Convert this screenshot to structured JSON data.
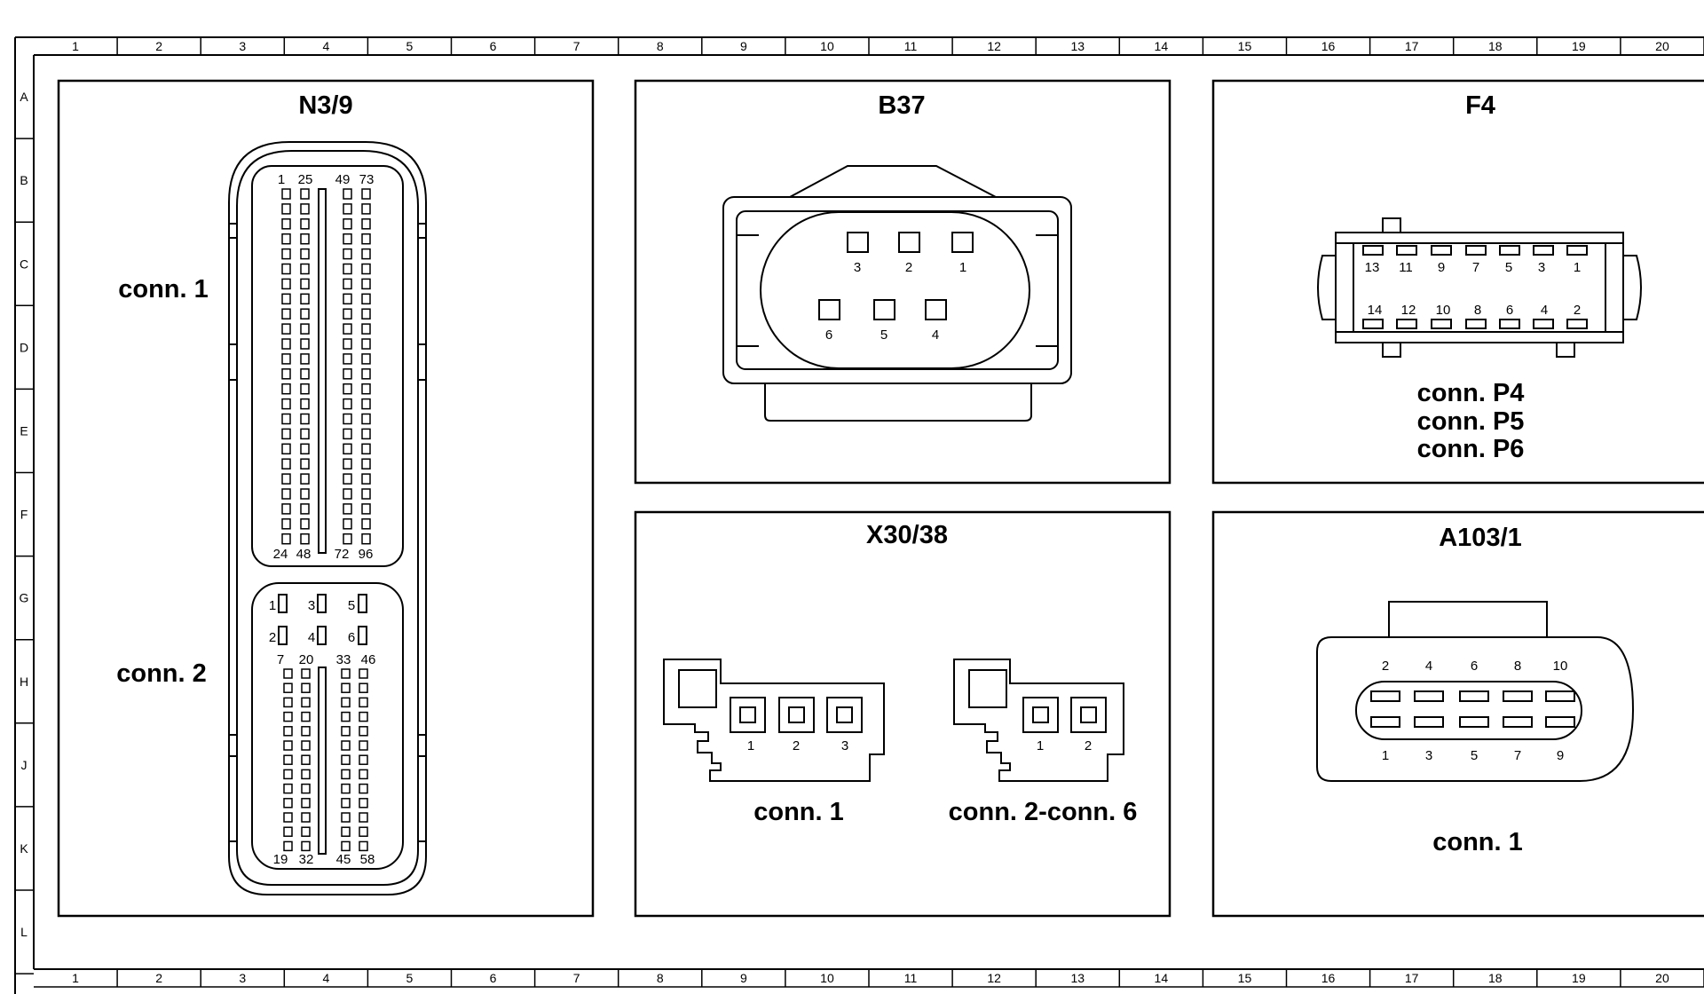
{
  "frame": {
    "columns": [
      "1",
      "2",
      "3",
      "4",
      "5",
      "6",
      "7",
      "8",
      "9",
      "10",
      "11",
      "12",
      "13",
      "14",
      "15",
      "16",
      "17",
      "18",
      "19",
      "20"
    ],
    "rows": [
      "A",
      "B",
      "C",
      "D",
      "E",
      "F",
      "G",
      "H",
      "J",
      "K",
      "L"
    ]
  },
  "components": {
    "n3_9": {
      "title": "N3/9",
      "conn1_label": "conn. 1",
      "conn2_label": "conn. 2",
      "conn1_pins_top": [
        "1",
        "25",
        "49",
        "73"
      ],
      "conn1_pins_bottom": [
        "24",
        "48",
        "72",
        "96"
      ],
      "conn2_pins_row1": [
        "1",
        "3",
        "5"
      ],
      "conn2_pins_row2": [
        "2",
        "4",
        "6"
      ],
      "conn2_pins_top": [
        "7",
        "20",
        "33",
        "46"
      ],
      "conn2_pins_bottom": [
        "19",
        "32",
        "45",
        "58"
      ]
    },
    "b37": {
      "title": "B37",
      "pins_top": [
        "3",
        "2",
        "1"
      ],
      "pins_bottom": [
        "6",
        "5",
        "4"
      ]
    },
    "f4": {
      "title": "F4",
      "pins_top": [
        "13",
        "11",
        "9",
        "7",
        "5",
        "3",
        "1"
      ],
      "pins_bottom": [
        "14",
        "12",
        "10",
        "8",
        "6",
        "4",
        "2"
      ],
      "labels": [
        "conn. P4",
        "conn. P5",
        "conn. P6"
      ]
    },
    "x30_38": {
      "title": "X30/38",
      "conn1_pins": [
        "1",
        "2",
        "3"
      ],
      "conn1_label": "conn. 1",
      "conn2_pins": [
        "1",
        "2"
      ],
      "conn2_label": "conn. 2-conn. 6"
    },
    "a103_1": {
      "title": "A103/1",
      "pins_top": [
        "2",
        "4",
        "6",
        "8",
        "10"
      ],
      "pins_bottom": [
        "1",
        "3",
        "5",
        "7",
        "9"
      ],
      "label": "conn. 1"
    }
  }
}
